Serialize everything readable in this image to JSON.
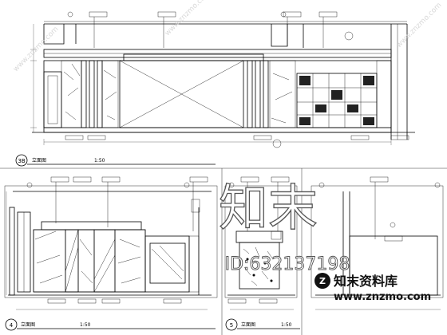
{
  "sheet": {
    "views": [
      {
        "number": "3B",
        "title": "立面图",
        "scale": "1:50"
      },
      {
        "number": "4",
        "title": "立面图",
        "scale": "1:50"
      },
      {
        "number": "5",
        "title": "立面图",
        "scale": "1:50"
      }
    ]
  },
  "watermark": {
    "brand_cn": "知末",
    "id": "ID:632137198",
    "brand_full": "知末资料库",
    "url": "www.znzmo.com",
    "diagonal": "www.znzmo.com"
  }
}
